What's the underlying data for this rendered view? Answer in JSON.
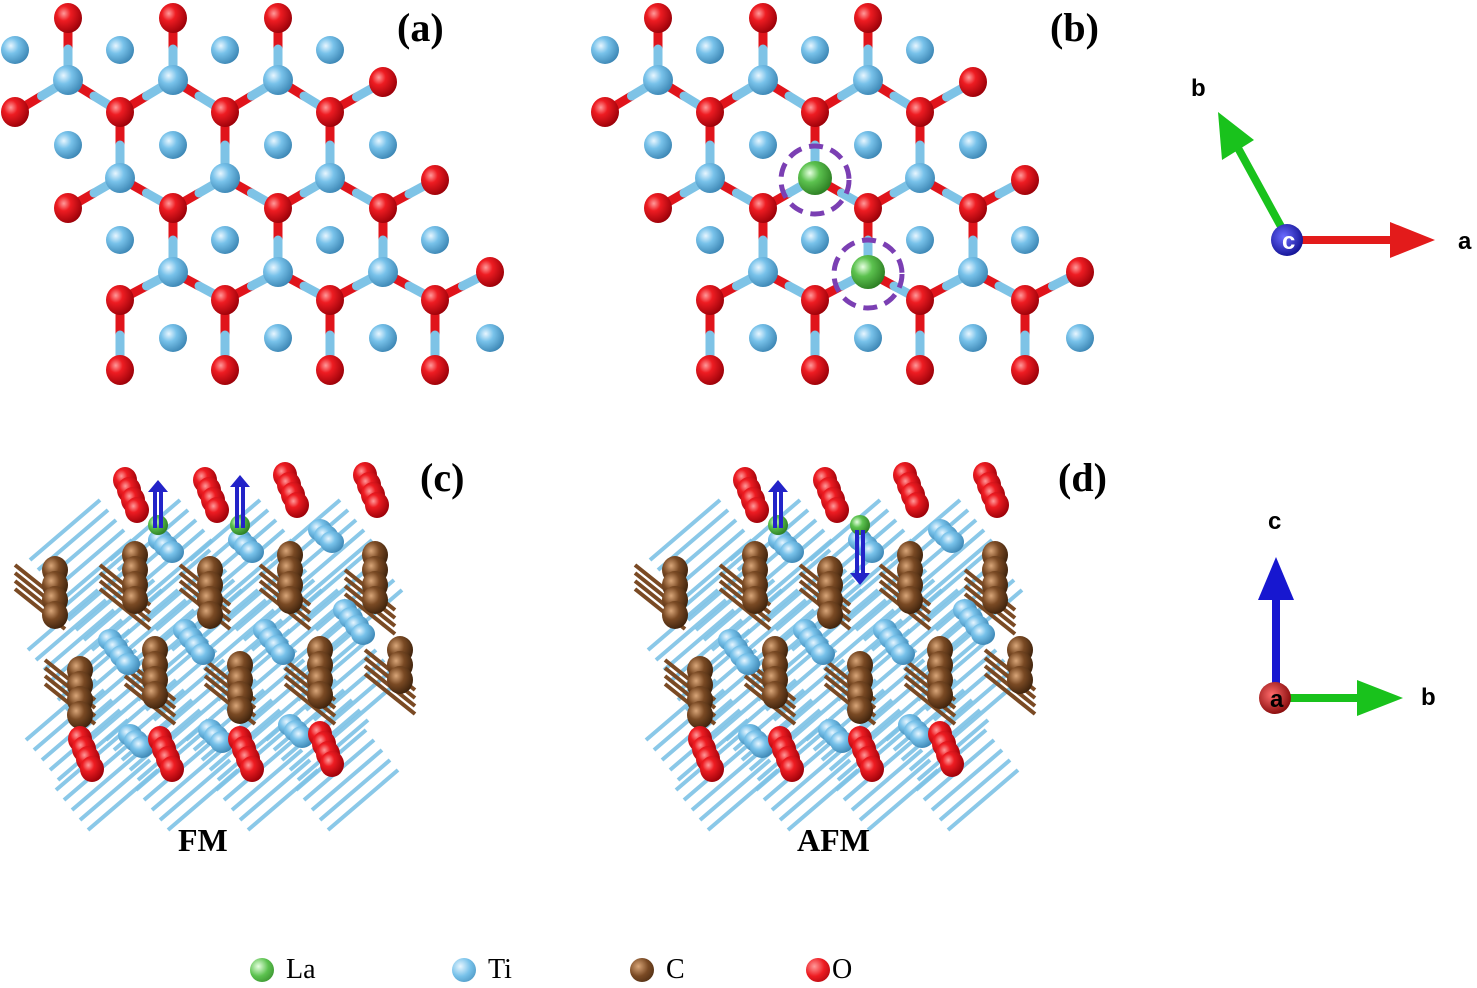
{
  "panels": {
    "a": "(a)",
    "b": "(b)",
    "c": "(c)",
    "d": "(d)"
  },
  "captions": {
    "fm": "FM",
    "afm": "AFM"
  },
  "axes_top": {
    "a": "a",
    "b": "b",
    "c": "c"
  },
  "axes_bottom": {
    "a": "a",
    "b": "b",
    "c": "c"
  },
  "legend": [
    {
      "label": "La",
      "color": "#5cc24f"
    },
    {
      "label": "Ti",
      "color": "#6ab8e3"
    },
    {
      "label": "C",
      "color": "#7a4a24"
    },
    {
      "label": "O",
      "color": "#e0141b"
    }
  ],
  "colors": {
    "La": "#5cc24f",
    "Ti": "#6ab8e3",
    "C": "#7a4a24",
    "O": "#e0141b",
    "bond_ti": "#7ec3e6",
    "dashed_circle": "#7b3fb3",
    "spin_arrow": "#2323c8",
    "axis_a": "#e31b1b",
    "axis_b": "#19c21c",
    "axis_c": "#1717d0"
  }
}
